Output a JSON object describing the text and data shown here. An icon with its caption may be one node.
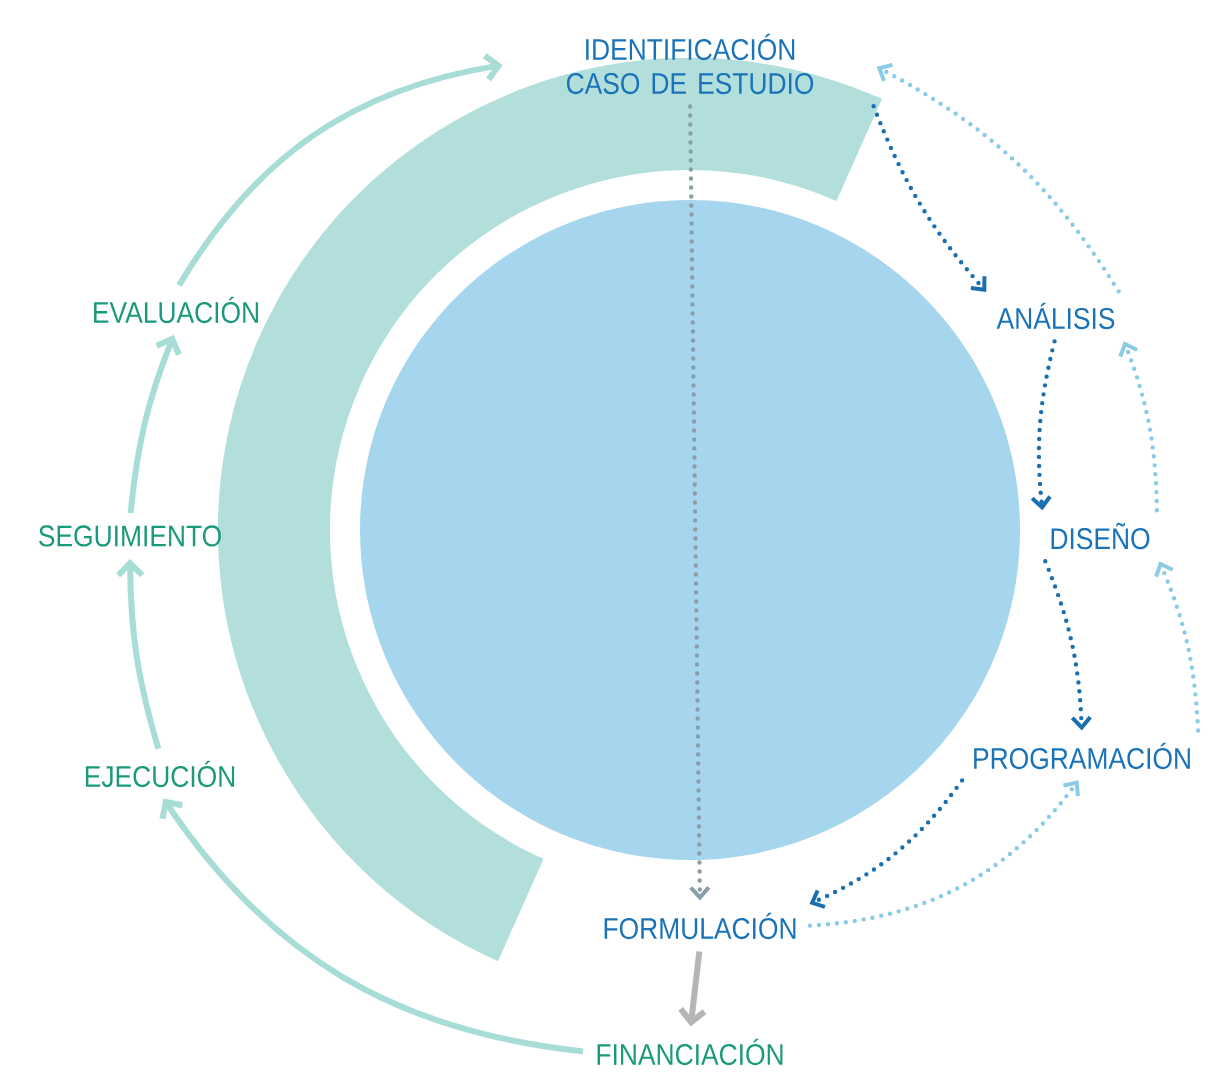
{
  "diagram": {
    "nodes": [
      {
        "text": [
          "IDENTIFICACIÓN CASO DE ESTUDIO"
        ]
      },
      {
        "text": [
          "ANÁLISIS"
        ]
      },
      {
        "text": [
          "DISEÑO"
        ]
      },
      {
        "text": [
          "PROGRAMACIÓN"
        ]
      },
      {
        "text": [
          "FORMULACIÓN"
        ]
      },
      {
        "text": [
          "FINANCIACIÓN"
        ]
      },
      {
        "text": [
          "EJECUCIÓN"
        ]
      },
      {
        "text": [
          "SEGUIMIENTO"
        ]
      },
      {
        "text": [
          "EVALUACIÓN"
        ]
      }
    ],
    "edges": [
      {
        "from": 0,
        "to": 1,
        "arrow": "to",
        "style": "dashed",
        "color": "#1a6fb0"
      },
      {
        "from": 1,
        "to": 2,
        "arrow": "to",
        "style": "dashed",
        "color": "#1a6fb0"
      },
      {
        "from": 2,
        "to": 3,
        "arrow": "to",
        "style": "dashed",
        "color": "#1a6fb0"
      },
      {
        "from": 3,
        "to": 4,
        "arrow": "to",
        "style": "dashed",
        "color": "#1a6fb0"
      },
      {
        "from": 1,
        "to": 0,
        "arrow": "to",
        "style": "dashed",
        "color": "#8ccbe6"
      },
      {
        "from": 2,
        "to": 1,
        "arrow": "to",
        "style": "dashed",
        "color": "#8ccbe6"
      },
      {
        "from": 3,
        "to": 2,
        "arrow": "to",
        "style": "dashed",
        "color": "#8ccbe6"
      },
      {
        "from": 4,
        "to": 3,
        "arrow": "to",
        "style": "dashed",
        "color": "#8ccbe6"
      },
      {
        "from": 0,
        "to": 4,
        "arrow": "to",
        "style": "dashed",
        "color": "#8a9ea8"
      },
      {
        "from": 4,
        "to": 5,
        "arrow": "to",
        "color": "#b5b5b5"
      },
      {
        "from": 5,
        "to": 6,
        "arrow": "to",
        "color": "#a8ddd7"
      },
      {
        "from": 6,
        "to": 7,
        "arrow": "to",
        "color": "#a8ddd7"
      },
      {
        "from": 7,
        "to": 8,
        "arrow": "to",
        "color": "#a8ddd7"
      },
      {
        "from": 8,
        "to": 0,
        "arrow": "to",
        "color": "#a8ddd7"
      }
    ]
  }
}
